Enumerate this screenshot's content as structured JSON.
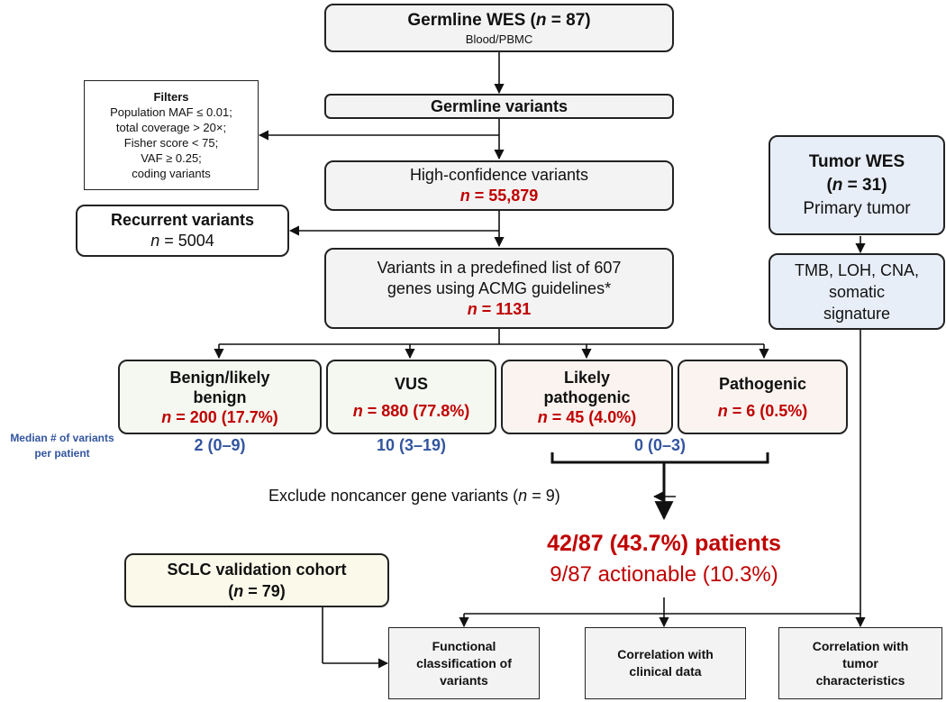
{
  "germline_wes": {
    "title": "Germline WES (",
    "n_label": "n",
    "n_value": " = 87)",
    "subtitle": "Blood/PBMC"
  },
  "filters": {
    "title": "Filters",
    "lines": [
      "Population MAF ≤ 0.01;",
      "total coverage > 20×;",
      "Fisher score < 75;",
      "VAF ≥ 0.25;",
      "coding variants"
    ]
  },
  "germline_variants": {
    "label": "Germline variants"
  },
  "high_conf": {
    "label": "High-confidence variants",
    "n_label": "n",
    "n_value": " = 55,879"
  },
  "recurrent": {
    "label": "Recurrent variants",
    "n_label": "n",
    "n_value": " = 5004"
  },
  "predefined": {
    "line1": "Variants in a predefined list of 607",
    "line2": "genes using ACMG guidelines*",
    "n_label": "n",
    "n_value": " = 1131"
  },
  "categories": [
    {
      "label1": "Benign/likely",
      "label2": "benign",
      "n_label": "n",
      "n_value": " = 200 (17.7%)"
    },
    {
      "label1": "VUS",
      "label2": "",
      "n_label": "n",
      "n_value": " = 880 (77.8%)"
    },
    {
      "label1": "Likely",
      "label2": "pathogenic",
      "n_label": "n",
      "n_value": " = 45 (4.0%)"
    },
    {
      "label1": "Pathogenic",
      "label2": "",
      "n_label": "n",
      "n_value": " = 6 (0.5%)"
    }
  ],
  "median": {
    "label1": "Median # of variants",
    "label2": "per patient",
    "benign": "2 (0–9)",
    "vus": "10 (3–19)",
    "pathogenic": "0 (0–3)"
  },
  "exclude": {
    "text": "Exclude noncancer gene variants (",
    "n_label": "n",
    "n_value": " = 9)"
  },
  "result": {
    "line1": "42/87 (43.7%) patients",
    "line2": "9/87 actionable (10.3%)"
  },
  "tumor_wes": {
    "title": "Tumor WES",
    "n_open": "(",
    "n_label": "n",
    "n_value": " = 31)",
    "subtitle": "Primary tumor"
  },
  "tumor_analysis": {
    "line1": "TMB, LOH, CNA,",
    "line2": "somatic",
    "line3": "signature"
  },
  "sclc": {
    "title": "SCLC validation cohort",
    "n_open": "(",
    "n_label": "n",
    "n_value": " = 79)"
  },
  "outcomes": [
    {
      "lines": [
        "Functional",
        "classification of",
        "variants"
      ]
    },
    {
      "lines": [
        "Correlation with",
        "clinical data"
      ]
    },
    {
      "lines": [
        "Correlation with",
        "tumor",
        "characteristics"
      ]
    }
  ]
}
